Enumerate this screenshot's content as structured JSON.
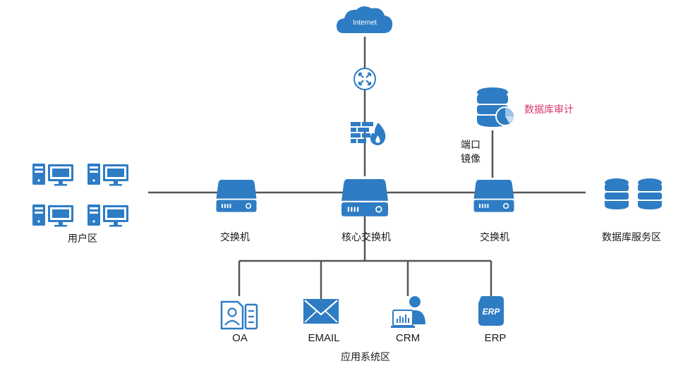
{
  "internet": {
    "label": "Internet"
  },
  "labels": {
    "user_zone": "用户区",
    "switch_left": "交换机",
    "core_switch": "核心交换机",
    "switch_right": "交换机",
    "db_zone": "数据库服务区",
    "db_audit": "数据库审计",
    "port_mirror_line1": "端口",
    "port_mirror_line2": "镜像",
    "app_zone": "应用系统区"
  },
  "apps": [
    {
      "label": "OA"
    },
    {
      "label": "EMAIL"
    },
    {
      "label": "CRM"
    },
    {
      "label": "ERP"
    }
  ],
  "colors": {
    "icon_blue": "#2e7cc4",
    "line_gray": "#555555",
    "audit_pink": "#d9376e"
  }
}
